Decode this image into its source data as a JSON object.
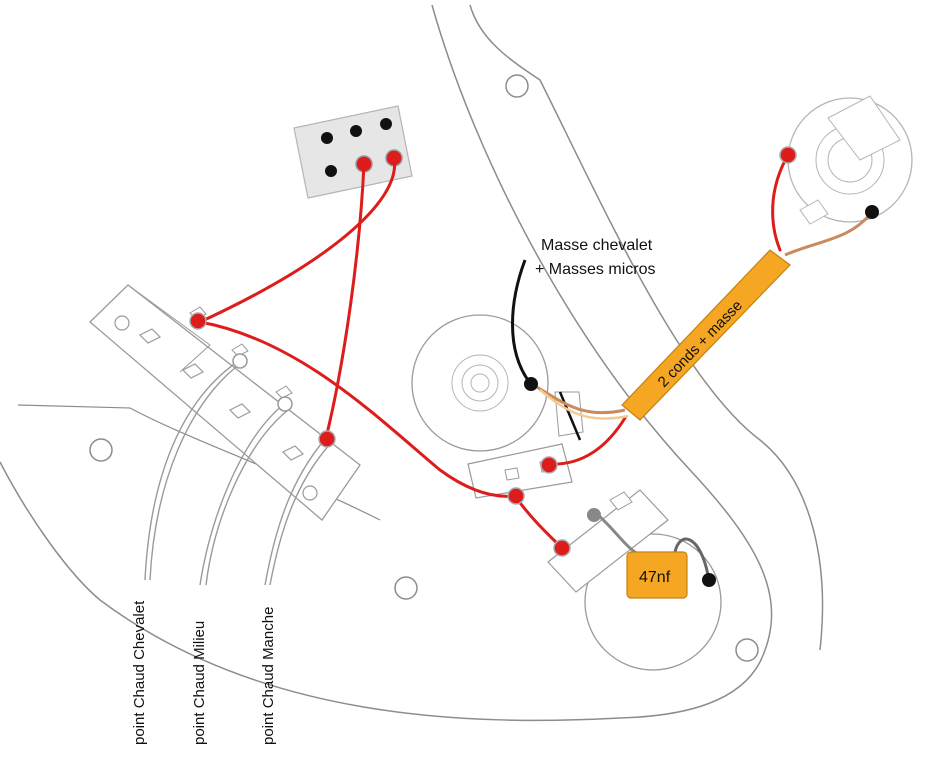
{
  "labels": {
    "ground_note_line1": "Masse chevalet",
    "ground_note_line2": "+ Masses micros",
    "cable_label": "2 conds + masse",
    "capacitor_label": "47nf",
    "pickup_bridge": "point Chaud Chevalet",
    "pickup_middle": "point Chaud Milieu",
    "pickup_neck": "point Chaud Manche"
  },
  "colors": {
    "hot_wire": "#dd1c1c",
    "ground_wire": "#111111",
    "cable": "#f5a623",
    "shielding": "#c98a5e",
    "outline": "#8c8c8c",
    "capacitor": "#f5a623"
  }
}
